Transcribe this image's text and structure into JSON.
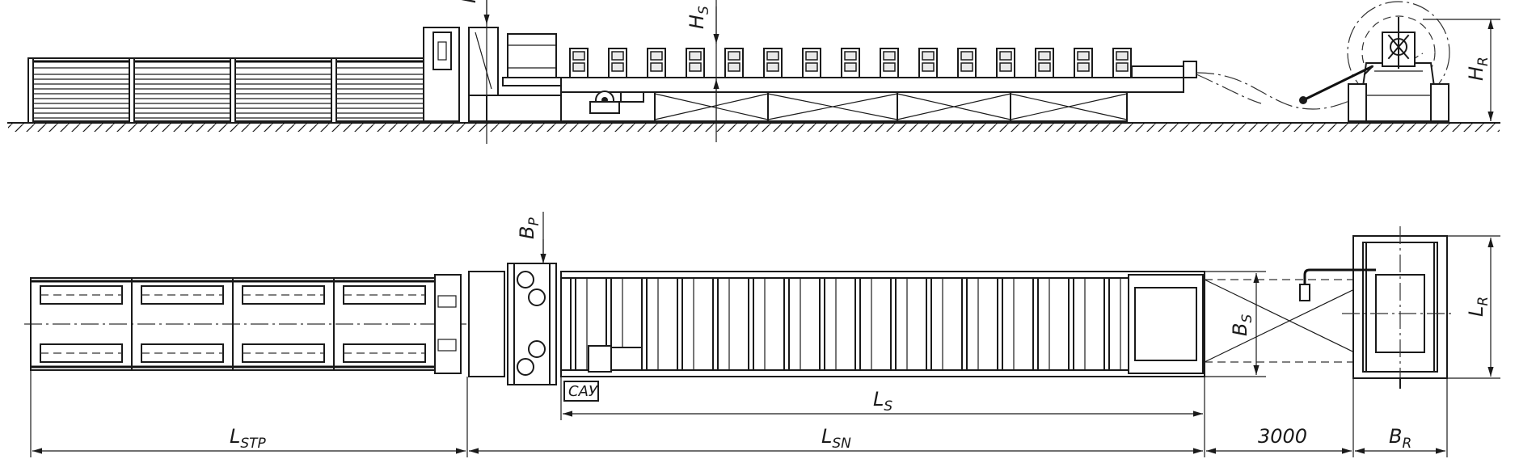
{
  "dimensions": {
    "l_stp": {
      "main": "L",
      "sub": "STP"
    },
    "l_sn": {
      "main": "L",
      "sub": "SN"
    },
    "l_s": {
      "main": "L",
      "sub": "S"
    },
    "gap": "3000",
    "b_r": {
      "main": "B",
      "sub": "R"
    },
    "b_p": {
      "main": "B",
      "sub": "P"
    },
    "b_s": {
      "main": "B",
      "sub": "S"
    },
    "l_r": {
      "main": "L",
      "sub": "R"
    },
    "h_s": {
      "main": "H",
      "sub": "S"
    },
    "h_r": {
      "main": "H",
      "sub": "R"
    }
  },
  "control_box_label": "САУ",
  "counts": {
    "stands": 15,
    "table_bays": 4,
    "bed_ribs": 16
  }
}
